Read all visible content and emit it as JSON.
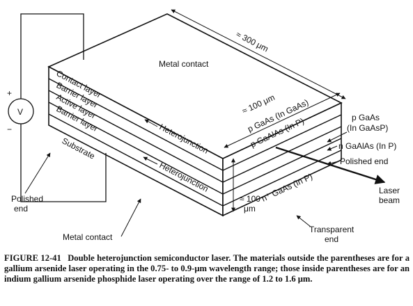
{
  "labels": {
    "metal_contact_top": "Metal contact",
    "contact_layer": "Contact layer",
    "barrier_layer_top": "Barrier layer",
    "active_layer": "Active layer",
    "barrier_layer_bottom": "Barrier layer",
    "substrate": "Substrate",
    "dim_300": "≈ 300 μm",
    "dim_100_top": "≈ 100 μm",
    "dim_100_side_1": "≈ 100",
    "dim_100_side_2": "μm",
    "p_gaas_in_gaas": "p GaAs (In GaAs)",
    "p_gaalas_in_p": "p GaAlAs (In P)",
    "p_gaas": "p GaAs",
    "in_gaasp": "(In GaAsP)",
    "n_gaalas_in_p": "n GaAlAs (In P)",
    "polished_end_right": "Polished end",
    "laser_1": "Laser",
    "laser_2": "beam",
    "n_plus_gaas": "n⁺ GaAs (In P)",
    "heterojunction_top": "Heterojunction",
    "heterojunction_bottom": "Heterojunction",
    "transparent_1": "Transparent",
    "transparent_2": "end",
    "polished_end_left_1": "Polished",
    "polished_end_left_2": "end",
    "metal_contact_bottom": "Metal contact",
    "plus_sign": "+",
    "minus_sign": "−",
    "voltmeter": "V"
  },
  "caption": {
    "figure": "FIGURE 12-41",
    "text": "Double heterojunction semiconductor laser. The materials outside the parentheses are for a gallium arsenide laser operating in the 0.75- to 0.9-μm wavelength range; those inside parentheses are for an indium gallium arsenide phosphide laser operating over the range of 1.2 to 1.6 μm."
  }
}
